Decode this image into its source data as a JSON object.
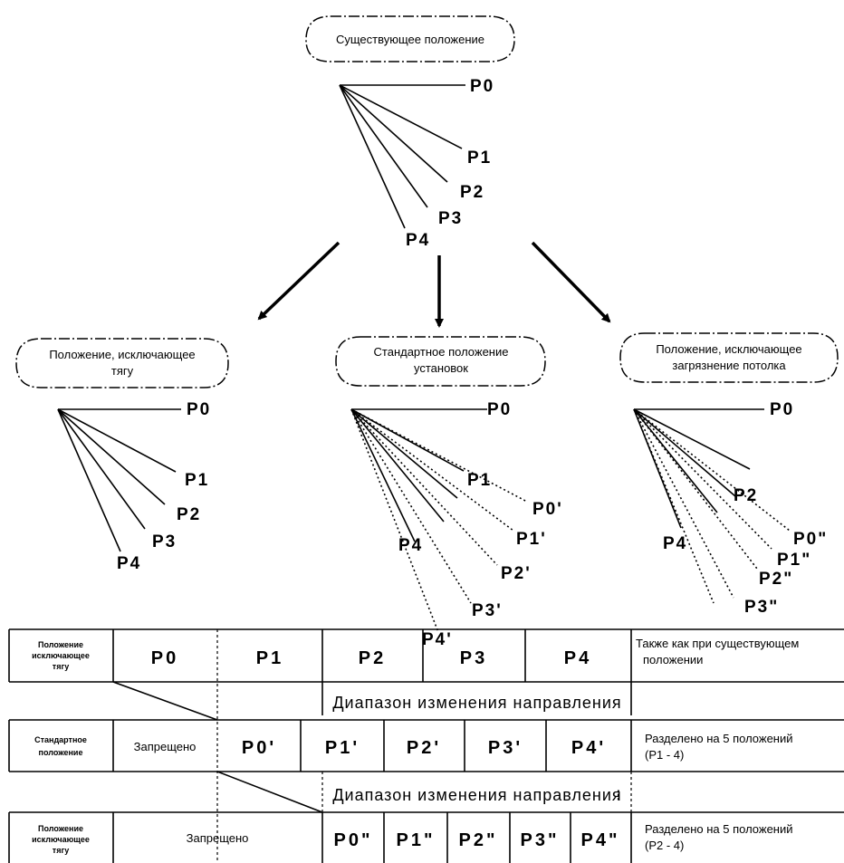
{
  "top": {
    "title": "Существующее положение",
    "labels": [
      "P0",
      "P1",
      "P2",
      "P3",
      "P4"
    ]
  },
  "left": {
    "title_lines": [
      "Положение, исключающее",
      "тягу"
    ],
    "labels": [
      "P0",
      "P1",
      "P2",
      "P3",
      "P4"
    ]
  },
  "middle": {
    "title_lines": [
      "Стандартное положение",
      "установок"
    ],
    "labels": [
      "P0",
      "P1",
      "P4"
    ],
    "alt_labels": [
      "P0'",
      "P1'",
      "P2'",
      "P3'",
      "P4'"
    ]
  },
  "right": {
    "title_lines": [
      "Положение, исключающее",
      "загрязнение потолка"
    ],
    "labels": [
      "P0",
      "P2",
      "P4"
    ],
    "alt_labels": [
      "P0\"",
      "P1\"",
      "P2\"",
      "P3\""
    ]
  },
  "table": {
    "row1": {
      "header_lines": [
        "Положение",
        "исключающее",
        "тягу"
      ],
      "cells": [
        "P0",
        "P1",
        "P2",
        "P3",
        "P4"
      ],
      "note_lines": [
        "Также как при существующем",
        "положении"
      ]
    },
    "range1": "Диапазон изменения направления",
    "row2": {
      "header_lines": [
        "Стандартное",
        "положение"
      ],
      "forbidden": "Запрещено",
      "cells": [
        "P0'",
        "P1'",
        "P2'",
        "P3'",
        "P4'"
      ],
      "note_lines": [
        "Разделено на 5 положений",
        "(P1 - 4)"
      ]
    },
    "range2": "Диапазон изменения направления",
    "row3": {
      "header_lines": [
        "Положение",
        "исключающее",
        "тягу"
      ],
      "forbidden": "Запрещено",
      "cells": [
        "P0\"",
        "P1\"",
        "P2\"",
        "P3\"",
        "P4\""
      ],
      "note_lines": [
        "Разделено на 5 положений",
        "(P2 - 4)"
      ]
    }
  }
}
